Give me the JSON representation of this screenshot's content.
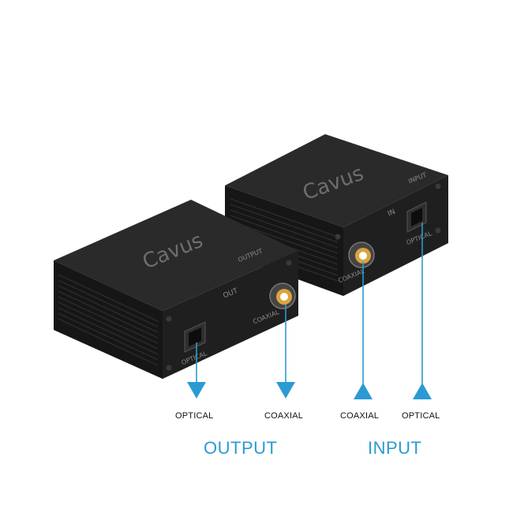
{
  "product": {
    "brand": "Cavus",
    "left_box": {
      "panel_label": "OUTPUT",
      "port_label": "OUT",
      "coax_label": "COAXIAL",
      "optical_label": "OPTICAL"
    },
    "right_box": {
      "panel_label": "INPUT",
      "port_label": "IN",
      "coax_label": "COAXIAL",
      "optical_label": "OPTICAL"
    }
  },
  "callouts": {
    "output": {
      "left": "OPTICAL",
      "right": "COAXIAL",
      "group": "OUTPUT"
    },
    "input": {
      "left": "COAXIAL",
      "right": "OPTICAL",
      "group": "INPUT"
    }
  },
  "colors": {
    "accent": "#2b9ad4",
    "device": "#1c1c1c",
    "gold": "#d9a441"
  }
}
